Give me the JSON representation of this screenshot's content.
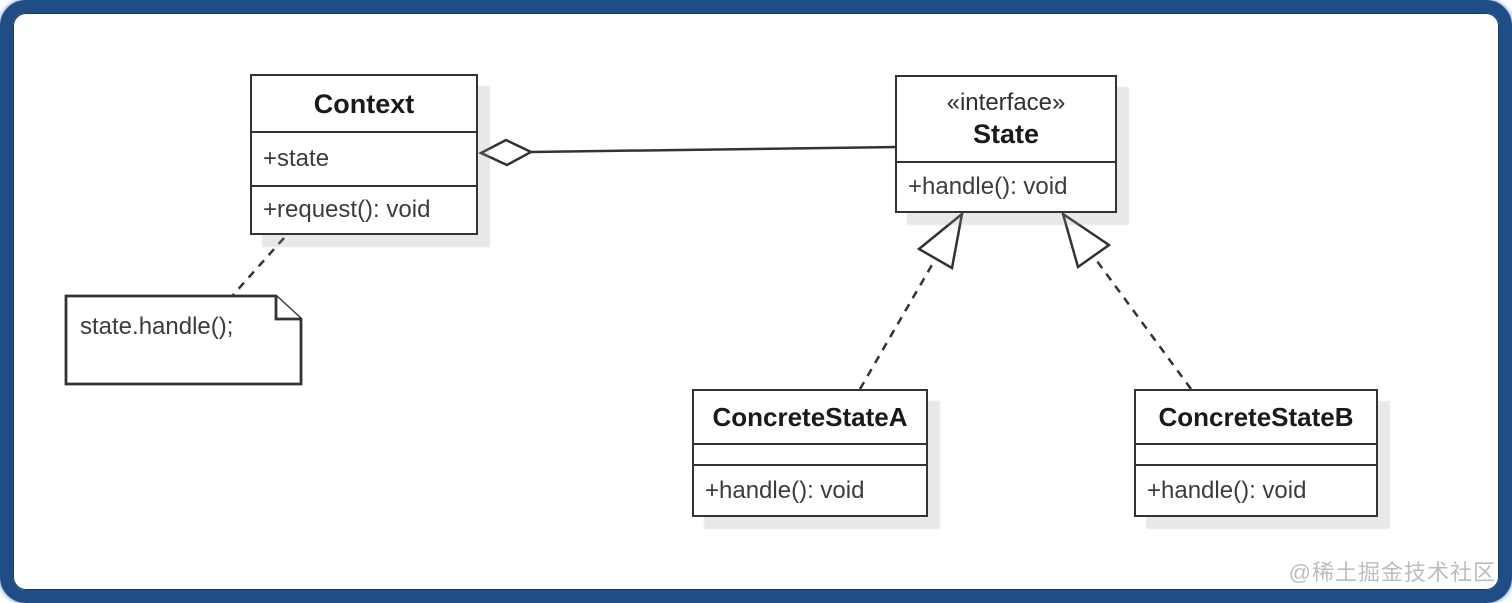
{
  "frame": {
    "border_color": "#1f4e87",
    "background_color": "#ffffff",
    "edge_highlight_color": "#2c63c9"
  },
  "watermark": {
    "text": "@稀土掘金技术社区",
    "color": "#b9bcc0"
  },
  "diagram": {
    "pattern": "State",
    "stroke_color": "#333333",
    "context": {
      "name": "Context",
      "attributes": [
        "+state"
      ],
      "methods": [
        "+request(): void"
      ]
    },
    "state": {
      "stereotype": "«interface»",
      "name": "State",
      "attributes": [],
      "methods": [
        "+handle(): void"
      ]
    },
    "concrete_a": {
      "name": "ConcreteStateA",
      "attributes": [],
      "methods": [
        "+handle(): void"
      ]
    },
    "concrete_b": {
      "name": "ConcreteStateB",
      "attributes": [],
      "methods": [
        "+handle(): void"
      ]
    },
    "note": {
      "text": "state.handle();"
    },
    "relationships": [
      {
        "from": "Context",
        "to": "State",
        "type": "aggregation",
        "line": "solid",
        "marker": "hollow-diamond-at-context"
      },
      {
        "from": "ConcreteStateA",
        "to": "State",
        "type": "realization",
        "line": "dashed",
        "marker": "hollow-triangle-at-state"
      },
      {
        "from": "ConcreteStateB",
        "to": "State",
        "type": "realization",
        "line": "dashed",
        "marker": "hollow-triangle-at-state"
      },
      {
        "from": "Context",
        "to": "note",
        "type": "note-anchor",
        "line": "dashed",
        "marker": "none"
      }
    ]
  }
}
